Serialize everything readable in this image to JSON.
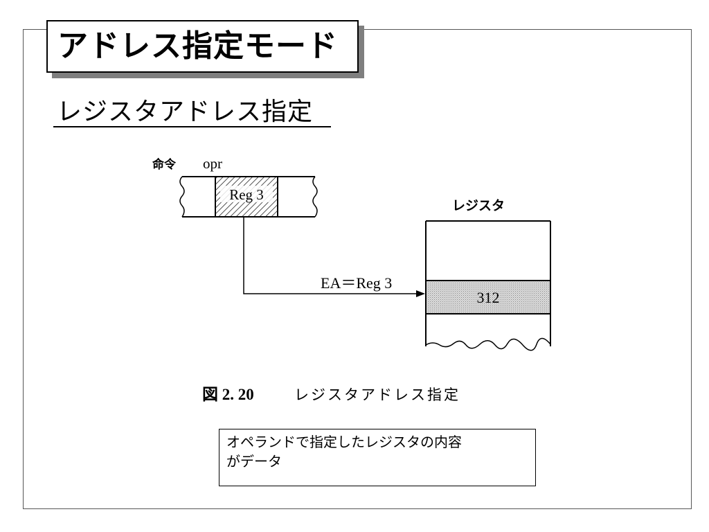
{
  "slide": {
    "title": "アドレス指定モード",
    "subtitle": "レジスタアドレス指定"
  },
  "diagram": {
    "instruction_label": "命令",
    "operand_label": "opr",
    "operand_value": "Reg 3",
    "register_file_label": "レジスタ",
    "arrow_label": "EA＝Reg 3",
    "register_content": "312",
    "figure_number": "図 2. 20",
    "figure_caption": "レジスタアドレス指定"
  },
  "note": {
    "line1": "オペランドで指定したレジスタの内容",
    "line2": "がデータ"
  },
  "colors": {
    "frame": "#555555",
    "title_shadow": "#7f7f7f",
    "register_fill": "#c8c8c8"
  }
}
